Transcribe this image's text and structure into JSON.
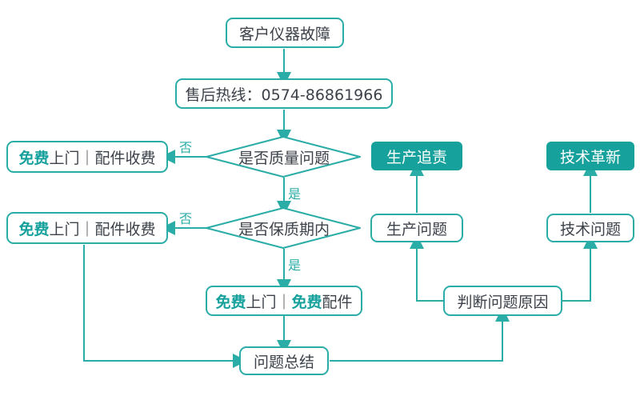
{
  "colors": {
    "teal_fill": "#17a19d",
    "teal_line": "#2bada7",
    "text_dark": "#3d424a",
    "background": "#ffffff"
  },
  "nodes": {
    "start": "客户仪器故障",
    "hotline": "售后热线：0574-86861966",
    "q_quality": "是否质量问题",
    "q_warranty": "是否保质期内",
    "no_quality": {
      "free": "免费",
      "rest": "上门｜配件收费"
    },
    "no_warranty": {
      "free": "免费",
      "rest": "上门｜配件收费"
    },
    "in_warranty": {
      "free1": "免费",
      "mid": "上门｜",
      "free2": "免费",
      "parts": "配件"
    },
    "summary": "问题总结",
    "judge": "判断问题原因",
    "prod_issue": "生产问题",
    "tech_issue": "技术问题",
    "prod_trace": "生产追责",
    "tech_innov": "技术革新"
  },
  "edge_labels": {
    "no1": "否",
    "yes1": "是",
    "no2": "否",
    "yes2": "是"
  }
}
